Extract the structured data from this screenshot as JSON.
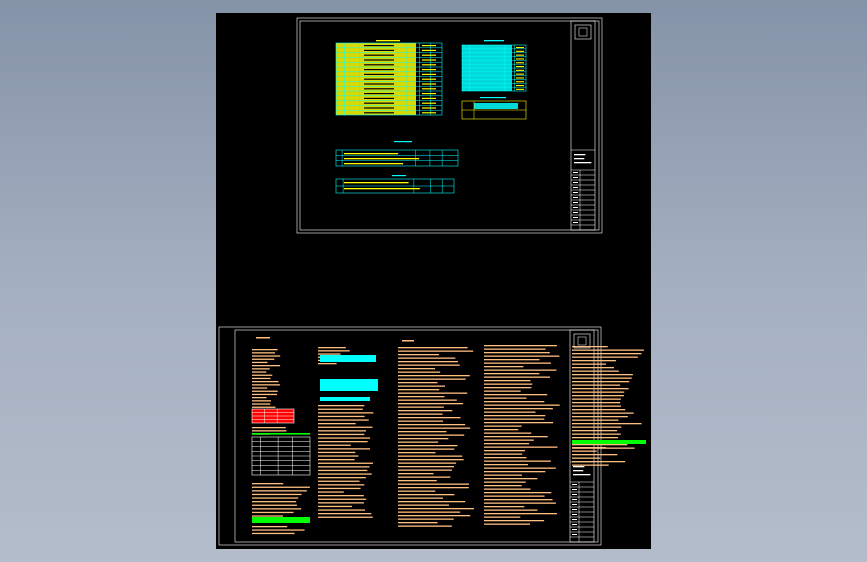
{
  "app": {
    "kind": "cad-model-viewport",
    "background": "#000000"
  },
  "colors": {
    "frame": "#ffffff",
    "cyan": "#00ffff",
    "yellow": "#ffff00",
    "green": "#00ff00",
    "orange": "#ffbf7f",
    "red": "#ff0000",
    "blue": "#3366ff"
  },
  "sheets": [
    {
      "id": "sheet-1",
      "content": "tables"
    },
    {
      "id": "sheet-2",
      "content": "notes"
    }
  ]
}
